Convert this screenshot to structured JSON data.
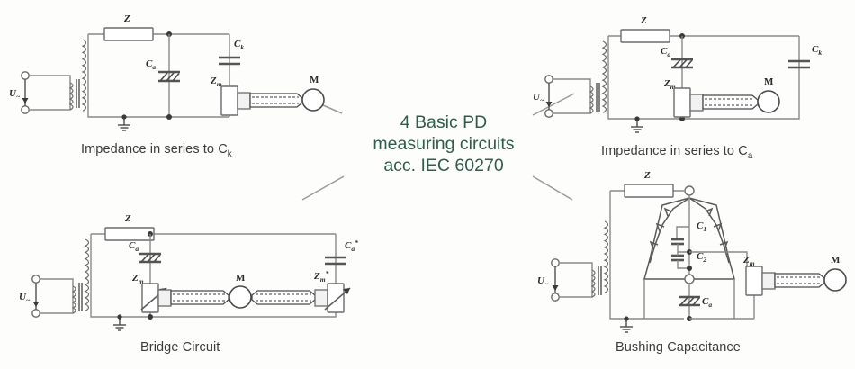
{
  "figure": {
    "center_title_lines": [
      "4 Basic PD",
      "measuring circuits",
      "acc. IEC 60270"
    ],
    "center_text_color": "#2f5d4c",
    "caption_color": "#3b3b3b",
    "wire_color": "#8a8a8a",
    "background": "#fdfdfc"
  },
  "circuits": [
    {
      "id": "impedance-series-ck",
      "caption_main": "Impedance in series to C",
      "caption_sub": "k",
      "labels": {
        "source": "U",
        "source_sub": "~",
        "impedance": "Z",
        "test_object": "C",
        "test_object_sub": "a",
        "coupling_cap": "C",
        "coupling_cap_sub": "k",
        "measuring_impedance": "Z",
        "measuring_impedance_sub": "m",
        "meter": "M"
      }
    },
    {
      "id": "impedance-series-ca",
      "caption_main": "Impedance in series to C",
      "caption_sub": "a",
      "labels": {
        "source": "U",
        "source_sub": "~",
        "impedance": "Z",
        "test_object": "C",
        "test_object_sub": "a",
        "coupling_cap": "C",
        "coupling_cap_sub": "k",
        "measuring_impedance": "Z",
        "measuring_impedance_sub": "m",
        "meter": "M"
      }
    },
    {
      "id": "bridge-circuit",
      "caption_main": "Bridge Circuit",
      "caption_sub": "",
      "labels": {
        "source": "U",
        "source_sub": "~",
        "impedance": "Z",
        "test_object": "C",
        "test_object_sub": "a",
        "coupling_cap": "C",
        "coupling_cap_sub": "a",
        "coupling_cap_star": "*",
        "measuring_impedance": "Z",
        "measuring_impedance_sub": "m",
        "measuring_impedance_star": "Z",
        "measuring_impedance_star_sub": "m",
        "star": "*",
        "meter": "M"
      }
    },
    {
      "id": "bushing-capacitance",
      "caption_main": "Bushing Capacitance",
      "caption_sub": "",
      "labels": {
        "source": "U",
        "source_sub": "~",
        "impedance": "Z",
        "cap1": "C",
        "cap1_sub": "1",
        "cap2": "C",
        "cap2_sub": "2",
        "test_object": "C",
        "test_object_sub": "a",
        "measuring_impedance": "Z",
        "measuring_impedance_sub": "m",
        "meter": "M"
      }
    }
  ]
}
